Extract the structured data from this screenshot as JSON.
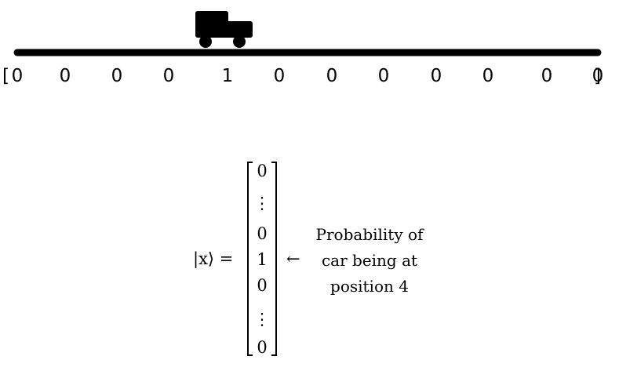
{
  "track": {
    "open_bracket": "[",
    "close_bracket": "]",
    "positions": [
      "0",
      "0",
      "0",
      "0",
      "1",
      "0",
      "0",
      "0",
      "0",
      "0",
      "0",
      "0"
    ]
  },
  "state_vector": {
    "lhs": "|x⟩ =",
    "entries": [
      "0",
      "⋮",
      "0",
      "1",
      "0",
      "⋮",
      "0"
    ],
    "arrow": "←",
    "annotation": [
      "Probability of",
      "car being at",
      "position 4"
    ]
  }
}
